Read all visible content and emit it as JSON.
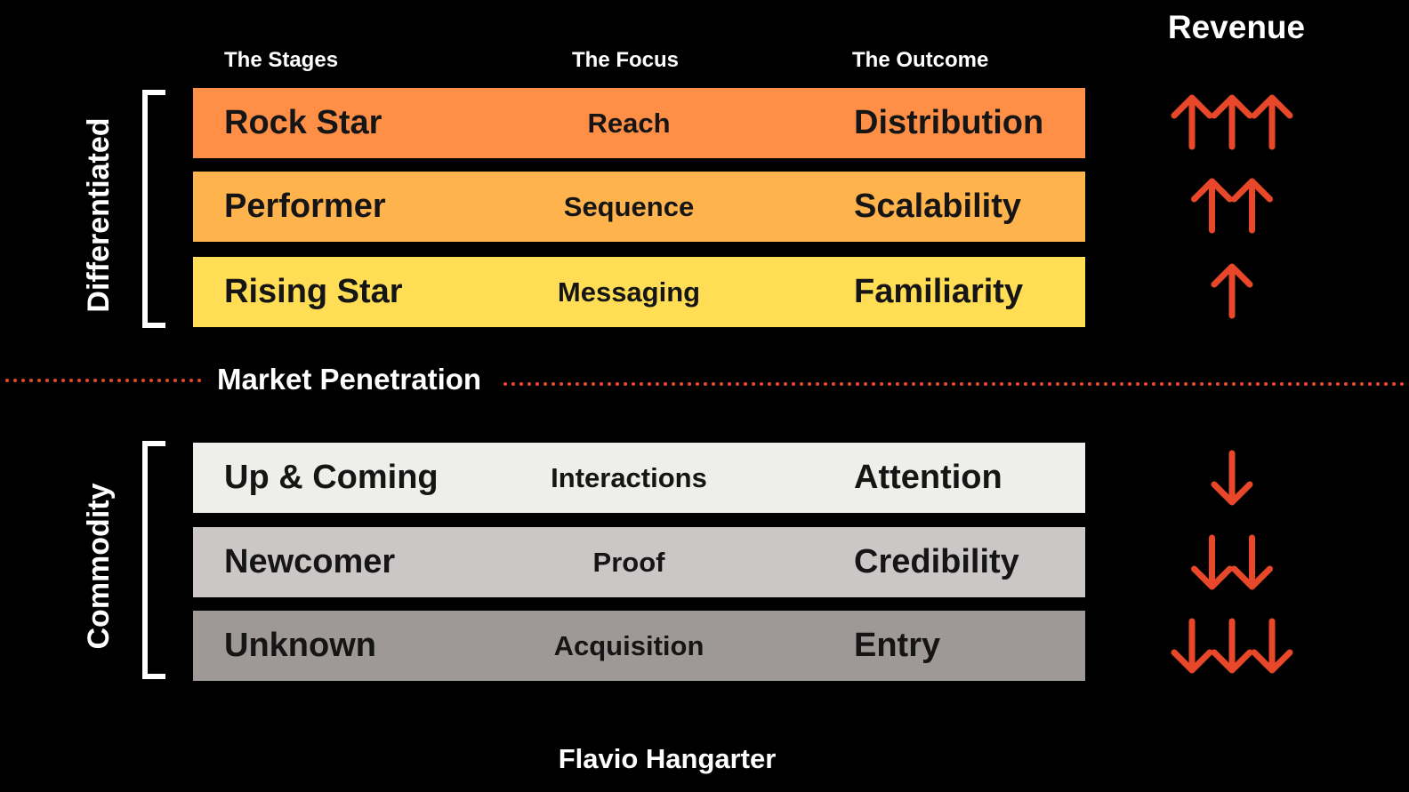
{
  "headers": {
    "stages": "The Stages",
    "focus": "The Focus",
    "outcome": "The Outcome",
    "revenue": "Revenue"
  },
  "groups": {
    "differentiated": "Differentiated",
    "commodity": "Commodity"
  },
  "divider_label": "Market Penetration",
  "rows": [
    {
      "stage": "Rock Star",
      "focus": "Reach",
      "outcome": "Distribution",
      "color": "#FF8F47",
      "revenue_direction": "up",
      "revenue_arrows": 3
    },
    {
      "stage": "Performer",
      "focus": "Sequence",
      "outcome": "Scalability",
      "color": "#FFB34D",
      "revenue_direction": "up",
      "revenue_arrows": 2
    },
    {
      "stage": "Rising Star",
      "focus": "Messaging",
      "outcome": "Familiarity",
      "color": "#FFDD55",
      "revenue_direction": "up",
      "revenue_arrows": 1
    },
    {
      "stage": "Up & Coming",
      "focus": "Interactions",
      "outcome": "Attention",
      "color": "#EEEFEB",
      "revenue_direction": "down",
      "revenue_arrows": 1
    },
    {
      "stage": "Newcomer",
      "focus": "Proof",
      "outcome": "Credibility",
      "color": "#CCC7C7",
      "revenue_direction": "down",
      "revenue_arrows": 2
    },
    {
      "stage": "Unknown",
      "focus": "Acquisition",
      "outcome": "Entry",
      "color": "#9E9896",
      "revenue_direction": "down",
      "revenue_arrows": 3
    }
  ],
  "colors": {
    "arrow": "#E8472A",
    "divider": "#E8472A",
    "background": "#000000"
  },
  "footer": "Flavio Hangarter"
}
